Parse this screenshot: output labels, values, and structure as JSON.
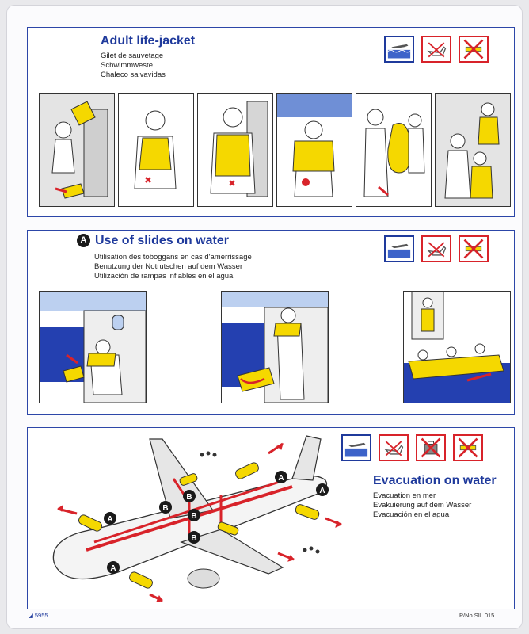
{
  "life_jacket": {
    "title": "Adult life-jacket",
    "subtitles": [
      "Gilet de sauvetage",
      "Schwimmweste",
      "Chaleco salvavidas"
    ]
  },
  "slides": {
    "badge": "A",
    "title": "Use of slides on water",
    "subtitles": [
      "Utilisation des toboggans en cas d'amerrissage",
      "Benutzung der Notrutschen auf dem Wasser",
      "Utilización de rampas inflables en el agua"
    ]
  },
  "evacuation": {
    "title": "Evacuation on water",
    "subtitles": [
      "Evacuation en mer",
      "Evakuierung auf dem Wasser",
      "Evacuación en el agua"
    ],
    "exit_labels": [
      "A",
      "A",
      "A",
      "A",
      "B",
      "B",
      "B",
      "B"
    ]
  },
  "footer": {
    "left": "5955",
    "right": "P/No SIL 015"
  },
  "colors": {
    "brand_blue": "#1f3a9c",
    "vest_yellow": "#f5d800",
    "warning_red": "#d8232a",
    "water_blue": "#2440b0"
  },
  "icons": [
    "water-landing-icon",
    "no-high-heels-icon",
    "no-baggage-icon",
    "no-smoking-icon"
  ]
}
